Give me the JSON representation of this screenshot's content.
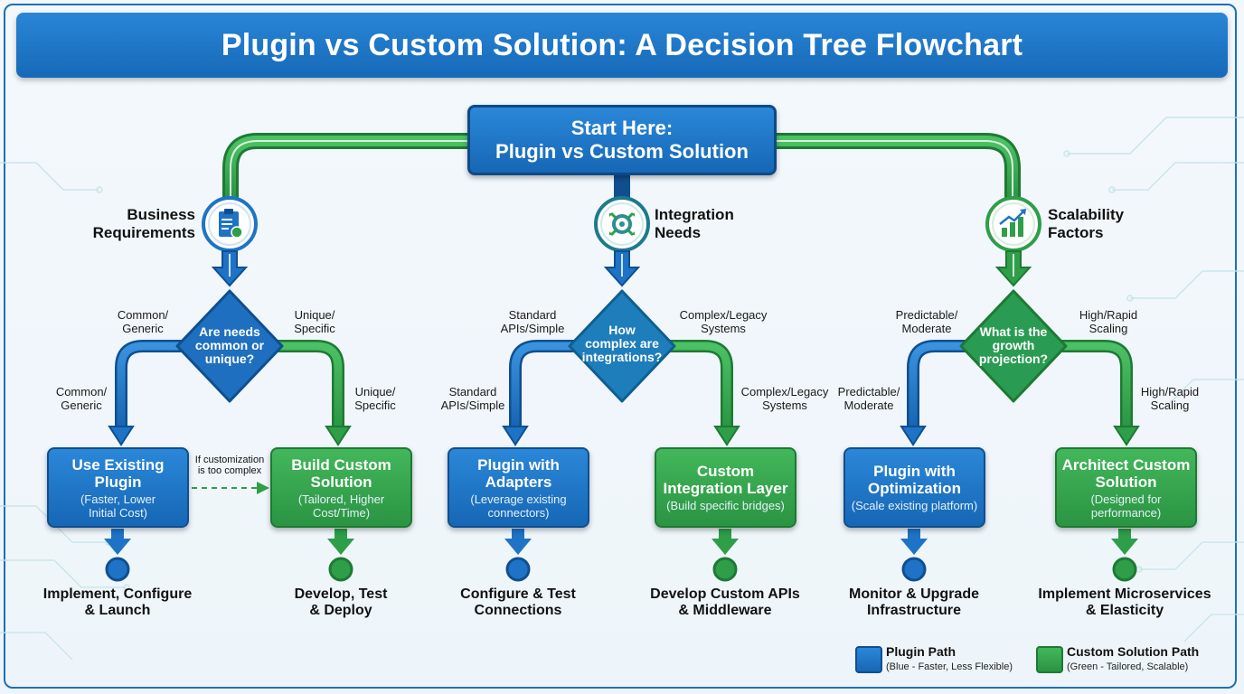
{
  "title": "Plugin vs Custom Solution: A Decision Tree Flowchart",
  "start": {
    "line1": "Start Here:",
    "line2": "Plugin vs Custom Solution"
  },
  "categories": [
    {
      "line1": "Business",
      "line2": "Requirements",
      "icon": "clipboard-icon"
    },
    {
      "line1": "Integration",
      "line2": "Needs",
      "icon": "gears-icon"
    },
    {
      "line1": "Scalability",
      "line2": "Factors",
      "icon": "growth-chart-icon"
    }
  ],
  "decisions": [
    {
      "line1": "Are needs",
      "line2": "common or",
      "line3": "unique?"
    },
    {
      "line1": "How",
      "line2": "complex are",
      "line3": "integrations?"
    },
    {
      "line1": "What is the",
      "line2": "growth",
      "line3": "projection?"
    }
  ],
  "branch_labels": {
    "b1_left_top": [
      "Common/",
      "Generic"
    ],
    "b1_right_top": [
      "Unique/",
      "Specific"
    ],
    "b1_left_low": [
      "Common/",
      "Generic"
    ],
    "b1_right_low": [
      "Unique/",
      "Specific"
    ],
    "b2_left_top": [
      "Standard",
      "APIs/Simple"
    ],
    "b2_right_top": [
      "Complex/Legacy",
      "Systems"
    ],
    "b2_left_low": [
      "Standard",
      "APIs/Simple"
    ],
    "b2_right_low": [
      "Complex/Legacy",
      "Systems"
    ],
    "b3_left_top": [
      "Predictable/",
      "Moderate"
    ],
    "b3_right_top": [
      "High/Rapid",
      "Scaling"
    ],
    "b3_left_low": [
      "Predictable/",
      "Moderate"
    ],
    "b3_right_low": [
      "High/Rapid",
      "Scaling"
    ]
  },
  "outcomes": [
    {
      "title": [
        "Use Existing",
        "Plugin"
      ],
      "sub": [
        "(Faster, Lower",
        "Initial Cost)"
      ],
      "step": [
        "Implement, Configure",
        "& Launch"
      ]
    },
    {
      "title": [
        "Build Custom",
        "Solution"
      ],
      "sub": [
        "(Tailored, Higher",
        "Cost/Time)"
      ],
      "step": [
        "Develop, Test",
        "& Deploy"
      ]
    },
    {
      "title": [
        "Plugin with",
        "Adapters"
      ],
      "sub": [
        "(Leverage existing",
        "connectors)"
      ],
      "step": [
        "Configure & Test",
        "Connections"
      ]
    },
    {
      "title": [
        "Custom",
        "Integration Layer"
      ],
      "sub": [
        "(Build specific bridges)"
      ],
      "step": [
        "Develop Custom APIs",
        "& Middleware"
      ]
    },
    {
      "title": [
        "Plugin with",
        "Optimization"
      ],
      "sub": [
        "(Scale existing platform)"
      ],
      "step": [
        "Monitor & Upgrade",
        "Infrastructure"
      ]
    },
    {
      "title": [
        "Architect Custom",
        "Solution"
      ],
      "sub": [
        "(Designed for",
        "performance)"
      ],
      "step": [
        "Implement Microservices",
        "& Elasticity"
      ]
    }
  ],
  "fallback_note": [
    "If customization",
    "is too complex"
  ],
  "legend": {
    "plugin": {
      "title": "Plugin Path",
      "sub": "(Blue - Faster, Less Flexible)",
      "color": "#1e73c6"
    },
    "custom": {
      "title": "Custom Solution Path",
      "sub": "(Green - Tailored, Scalable)",
      "color": "#2e9e48"
    }
  },
  "colors": {
    "blue": "#1e73c6",
    "green": "#2e9e48",
    "dark_blue": "#0f4f8f"
  }
}
